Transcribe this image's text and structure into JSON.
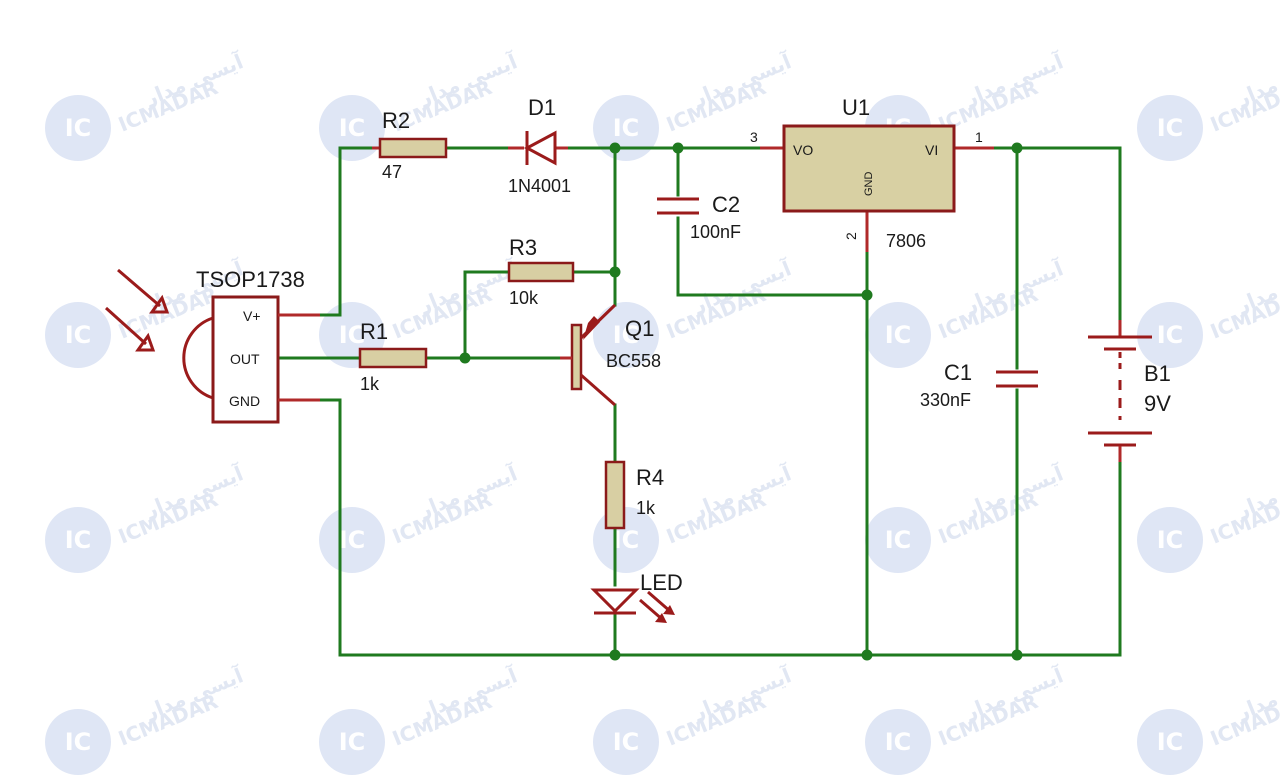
{
  "components": {
    "R1": {
      "ref": "R1",
      "value": "1k"
    },
    "R2": {
      "ref": "R2",
      "value": "47"
    },
    "R3": {
      "ref": "R3",
      "value": "10k"
    },
    "R4": {
      "ref": "R4",
      "value": "1k"
    },
    "D1": {
      "ref": "D1",
      "value": "1N4001"
    },
    "C1": {
      "ref": "C1",
      "value": "330nF"
    },
    "C2": {
      "ref": "C2",
      "value": "100nF"
    },
    "Q1": {
      "ref": "Q1",
      "value": "BC558"
    },
    "U1": {
      "ref": "U1",
      "value": "7806",
      "pin_vo": "VO",
      "pin_vi": "VI",
      "pin_gnd": "GND",
      "pin3": "3",
      "pin1": "1",
      "pin2": "2"
    },
    "B1": {
      "ref": "B1",
      "value": "9V"
    },
    "LED": {
      "ref": "LED"
    },
    "sensor": {
      "ref": "TSOP1738",
      "pin_vplus": "V+",
      "pin_out": "OUT",
      "pin_gnd": "GND"
    }
  },
  "watermark": {
    "logo": "IC",
    "brand": "ICMADAR",
    "brand_fa": "آیسی مدار"
  },
  "colors": {
    "wire": "#1f7a1f",
    "component": "#9b1b1b",
    "resistor_fill": "#d8cfa3",
    "watermark": "#dfe6f5"
  }
}
